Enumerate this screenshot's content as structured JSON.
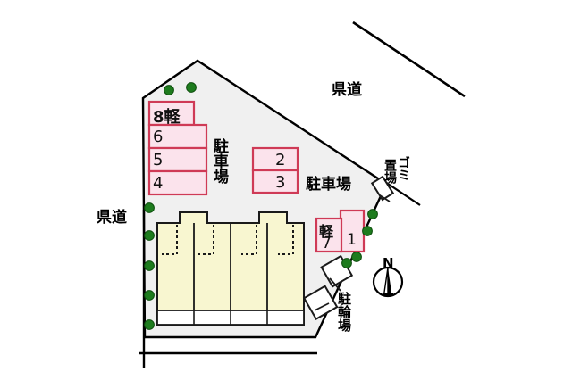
{
  "map": {
    "title_alt": "敷地配置図",
    "background": "#ffffff",
    "site_fill": "#f0f0f0",
    "site_stroke": "#000000",
    "building_fill": "#f8f6d0",
    "building_stroke": "#1a1a1a",
    "stall_fill": "#fbe3ec",
    "stall_stroke": "#cf3a56",
    "tree_fill": "#1e7c1e",
    "road_stroke": "#000000"
  },
  "roads": [
    {
      "name": "kendo-top-right",
      "label": "県道"
    },
    {
      "name": "kendo-left",
      "label": "県道"
    }
  ],
  "labels": {
    "kendo_top": "県道",
    "kendo_left": "県道",
    "parking_left": "駐車場",
    "parking_right": "駐車場",
    "gomi": "ゴミ置場",
    "gomi_line1": "ゴミ",
    "gomi_line2": "置場",
    "bicycle": "駐輪場",
    "compass": "N"
  },
  "parking_blocks": [
    {
      "name": "west-block",
      "stalls": [
        {
          "id": "8k",
          "label": "8軽",
          "num": "8",
          "kei": "軽",
          "is_kei": true
        },
        {
          "id": "6",
          "label": "6",
          "is_kei": false
        },
        {
          "id": "5",
          "label": "5",
          "is_kei": false
        },
        {
          "id": "4",
          "label": "4",
          "is_kei": false
        }
      ]
    },
    {
      "name": "center-block",
      "stalls": [
        {
          "id": "2",
          "label": "2",
          "is_kei": false
        },
        {
          "id": "3",
          "label": "3",
          "is_kei": false
        }
      ]
    },
    {
      "name": "east-block",
      "stalls": [
        {
          "id": "7k",
          "label": "軽7",
          "num": "7",
          "kei": "軽",
          "is_kei": true
        },
        {
          "id": "1",
          "label": "1",
          "is_kei": false
        }
      ]
    }
  ],
  "building": {
    "name": "apartment-building",
    "unit_count": 4
  },
  "bicycle_shelters": {
    "count": 2
  },
  "gomi_box": {
    "count": 1
  },
  "trees": {
    "count": 11
  }
}
